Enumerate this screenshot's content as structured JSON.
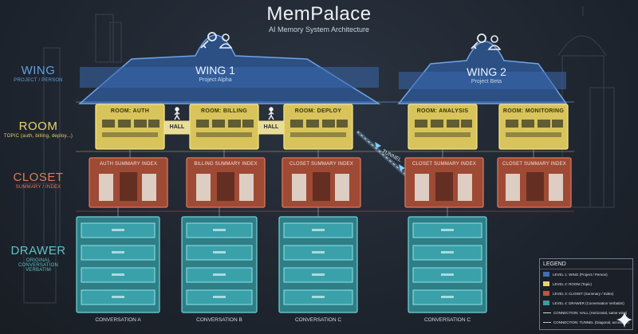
{
  "header": {
    "title": "MemPalace",
    "subtitle": "AI Memory System Architecture"
  },
  "levels": [
    {
      "name": "WING",
      "sub": "PROJECT / PERSON"
    },
    {
      "name": "ROOM",
      "sub": "TOPIC (auth, billing, deploy...)"
    },
    {
      "name": "CLOSET",
      "sub": "SUMMARY / INDEX"
    },
    {
      "name": "DRAWER",
      "sub": "ORIGINAL CONVERSATION VERBATIM"
    }
  ],
  "wings": [
    {
      "name": "WING 1",
      "project": "Project Alpha"
    },
    {
      "name": "WING 2",
      "project": "Project Beta"
    }
  ],
  "rooms": [
    "ROOM: AUTH",
    "ROOM: BILLING",
    "ROOM: DEPLOY",
    "ROOM: ANALYSIS",
    "ROOM: MONITORING"
  ],
  "halls": [
    "HALL",
    "HALL"
  ],
  "tunnel": "TUNNEL",
  "closets": [
    "AUTH SUMMARY INDEX",
    "BILLING SUMMARY INDEX",
    "CLOSET SUMMARY INDEX",
    "CLOSET SUMMARY INDEX",
    "CLOSET SUMMARY INDEX"
  ],
  "conversations": [
    "CONVERSATION A",
    "CONVERSATION B",
    "CONVERSATION C",
    "CONVERSATION C"
  ],
  "legend": {
    "title": "LEGEND",
    "items": [
      {
        "label": "LEVEL 1: WING (Project / Person)",
        "color": "#3f6fb5"
      },
      {
        "label": "LEVEL 2: ROOM (Topic)",
        "color": "#e8d56a"
      },
      {
        "label": "LEVEL 3: CLOSET (Summary / Index)",
        "color": "#b8563e"
      },
      {
        "label": "LEVEL 4: DRAWER (Conversation Verbatim)",
        "color": "#3f9aa2"
      },
      {
        "label": "CONNECTION: HALL (Horizontal, same wing)",
        "color": ""
      },
      {
        "label": "CONNECTION: TUNNEL (Diagonal, across wings)",
        "color": ""
      }
    ]
  },
  "colors": {
    "wing": "#3f6fb5",
    "room": "#e8d56a",
    "closet": "#b8563e",
    "drawer": "#3f9aa2",
    "background": "#1f2630"
  },
  "icons": [
    "key-icon",
    "user-icon",
    "walking-person-icon",
    "tunnel-arrow-icon",
    "sparkle-icon"
  ]
}
